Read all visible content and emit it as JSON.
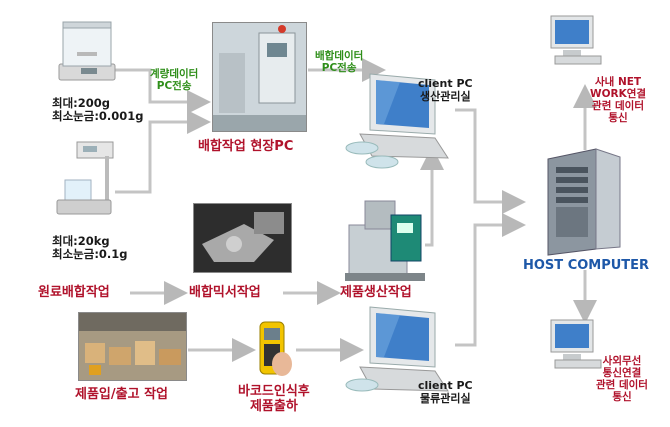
{
  "scale1": {
    "max": "최대:200g",
    "min": "최소눈금:0.001g"
  },
  "scale2": {
    "max": "최대:20kg",
    "min": "최소눈금:0.1g"
  },
  "weigh_transfer": [
    "계량데이터",
    "PC전송"
  ],
  "mix_transfer": [
    "배합데이터",
    "PC전송"
  ],
  "mixing_site": "배합작업 현장PC",
  "client_top": [
    "client PC",
    "생산관리실"
  ],
  "client_bottom": [
    "client PC",
    "물류관리실"
  ],
  "host": "HOST COMPUTER",
  "net_in": [
    "사내 NET",
    "WORK연결",
    "관련 데이터",
    "통신"
  ],
  "net_out": [
    "사외무선",
    "통신연결",
    "관련 데이터",
    "통신"
  ],
  "flow": [
    "원료배합작업",
    "배합믹서작업",
    "제품생산작업"
  ],
  "warehouse": "제품입/출고 작업",
  "barcode": [
    "바코드인식후",
    "제품출하"
  ],
  "colors": {
    "label_red": "#b0122b",
    "transfer_green": "#2f8f1a",
    "host_blue": "#1e58a8",
    "arrow_gray": "#b8b8b8"
  }
}
